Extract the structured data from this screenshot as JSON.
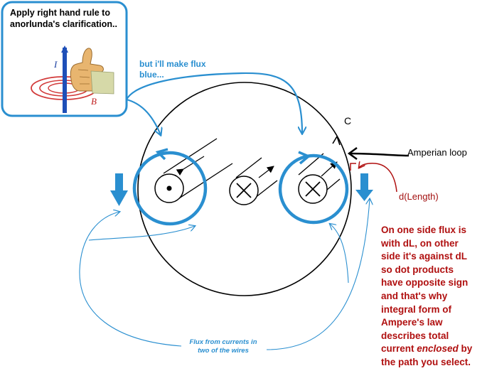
{
  "inset": {
    "title_lines": [
      "Apply right hand rule to",
      "anorlunda's clarification.."
    ],
    "current_symbol": "I",
    "field_symbol": "B",
    "thumb_icon": "right-hand-thumb-icon"
  },
  "notes": {
    "blue_note_lines": [
      "but i'll make flux",
      "blue..."
    ],
    "contour_label": "C",
    "loop_label": "Amperian loop",
    "dl_label": "d(Length)",
    "red_note_lines": [
      "On one side flux is",
      "with dL, on other",
      "side it's against dL",
      "so dot products",
      "have opposite sign",
      "and that's why",
      "integral form of",
      "Ampere's law",
      "describes  total"
    ],
    "red_note_last_prefix": "current ",
    "red_note_last_emphasis": "enclosed",
    "red_note_last_suffix": " by",
    "red_note_final": "the path you select.",
    "flux_note_lines": [
      "Flux from currents in",
      "two of the  wires"
    ]
  },
  "colors": {
    "flux_blue": "#2a8fd0",
    "annotation_red": "#b01010",
    "line_black": "#000000"
  },
  "wires": [
    {
      "symbol": "dot",
      "direction": "out-of-page"
    },
    {
      "symbol": "cross",
      "direction": "into-page"
    },
    {
      "symbol": "cross",
      "direction": "into-page"
    }
  ]
}
